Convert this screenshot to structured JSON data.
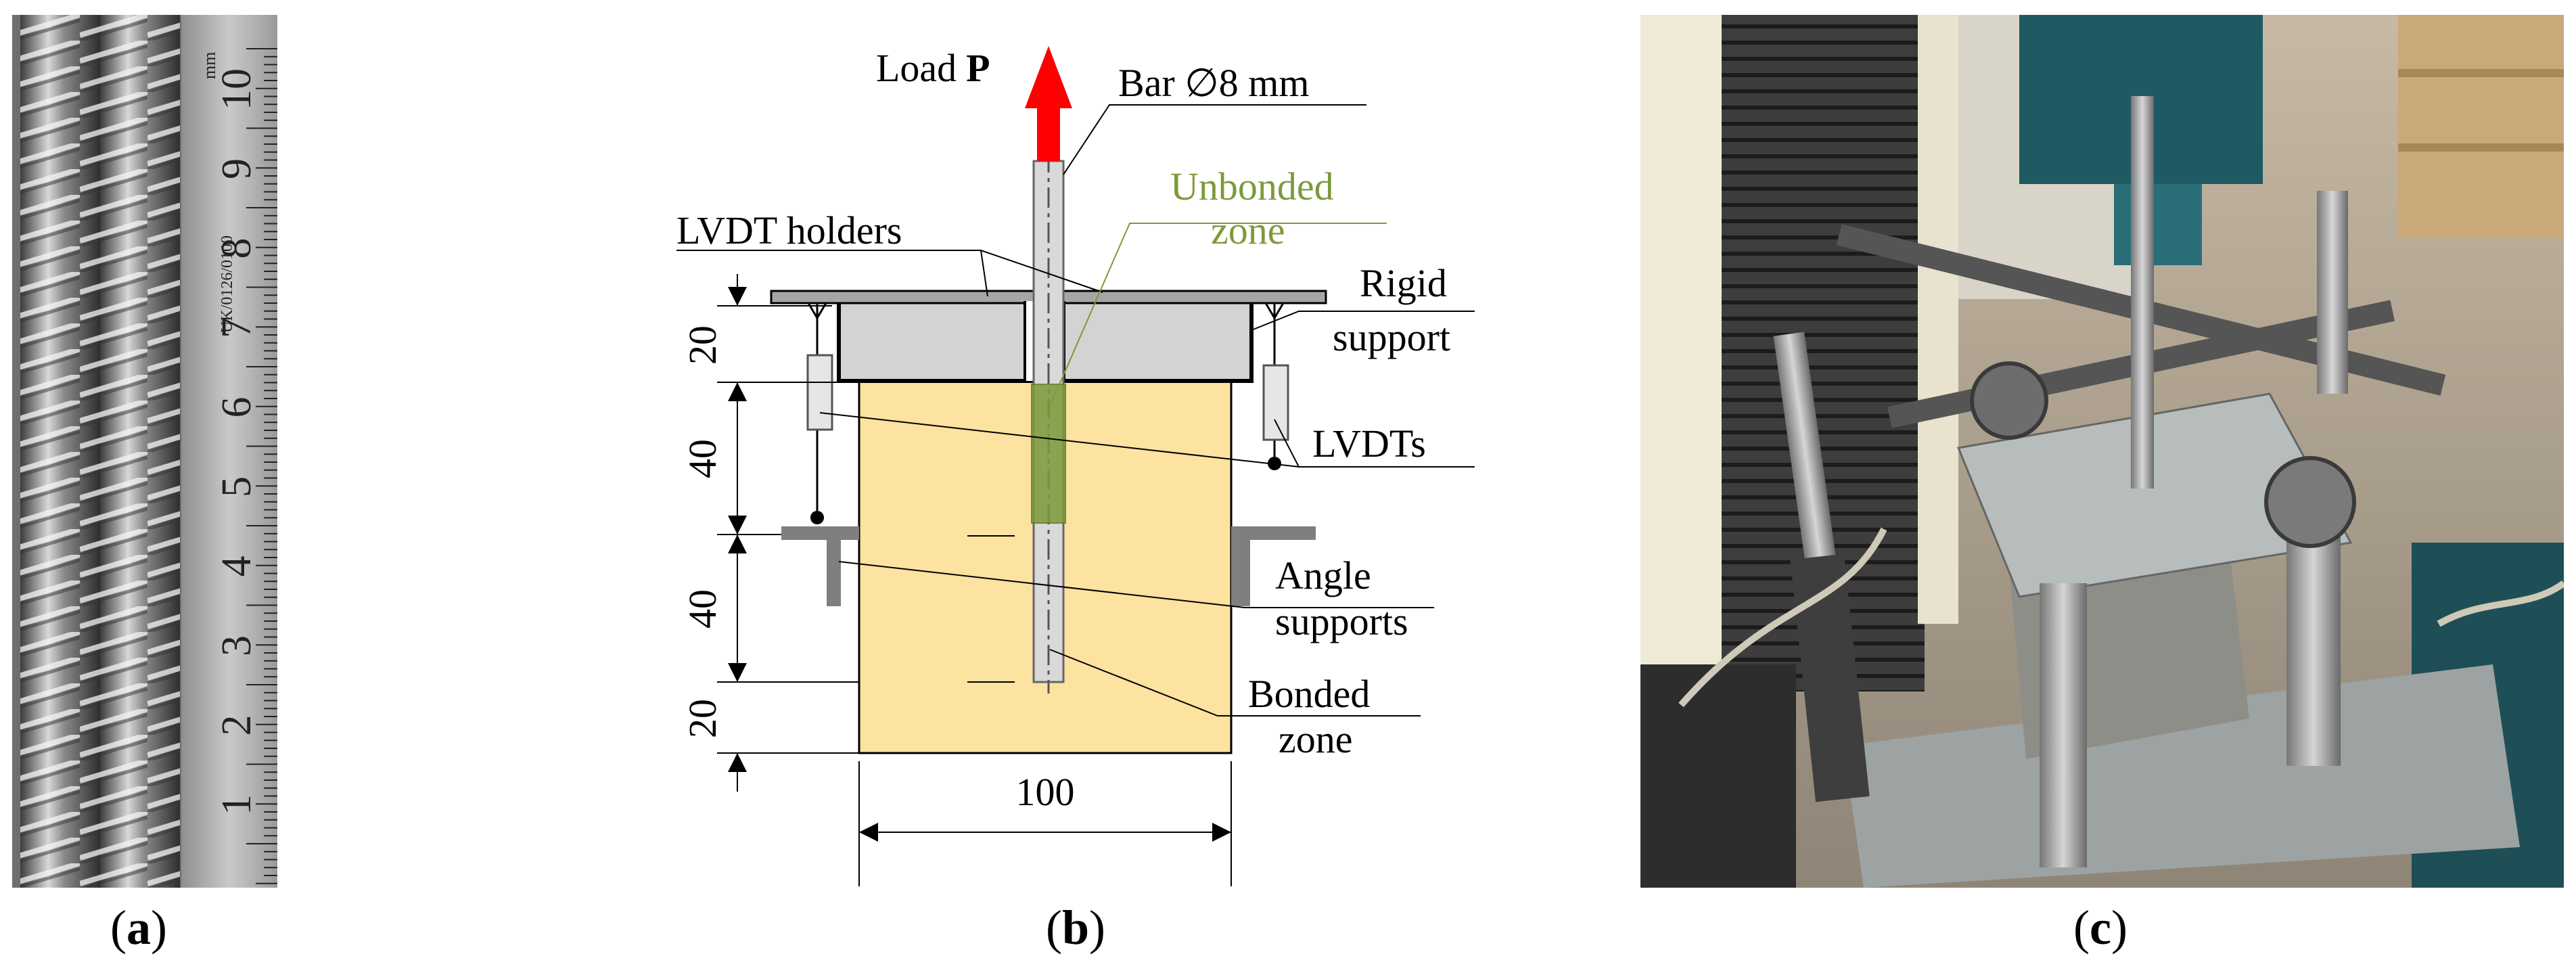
{
  "captions": {
    "a": "a",
    "b": "b",
    "c": "c"
  },
  "ruler": {
    "main_numbers": [
      "10",
      "9",
      "8",
      "7",
      "6",
      "5",
      "4",
      "3",
      "2",
      "1"
    ],
    "unit_label": "mm",
    "small_text": "UK/0126/0100"
  },
  "diagram": {
    "load_label": "Load",
    "load_symbol": "P",
    "bar_label": "Bar ∅8 mm",
    "unbonded_line1": "Unbonded",
    "unbonded_line2": "zone",
    "lvdt_holders": "LVDT holders",
    "rigid_line1": "Rigid",
    "rigid_line2": "support",
    "lvdts": "LVDTs",
    "angle_line1": "Angle",
    "angle_line2": "supports",
    "bonded_line1": "Bonded",
    "bonded_line2": "zone",
    "dim_20_top": "20",
    "dim_40_upper": "40",
    "dim_40_lower": "40",
    "dim_20_bottom": "20",
    "dim_width": "100",
    "colors": {
      "concrete": "#fde3a0",
      "unbonded": "#7d9a3a",
      "load_arrow": "#ff0000",
      "support": "#d3d3d3",
      "steel": "#888888"
    }
  }
}
